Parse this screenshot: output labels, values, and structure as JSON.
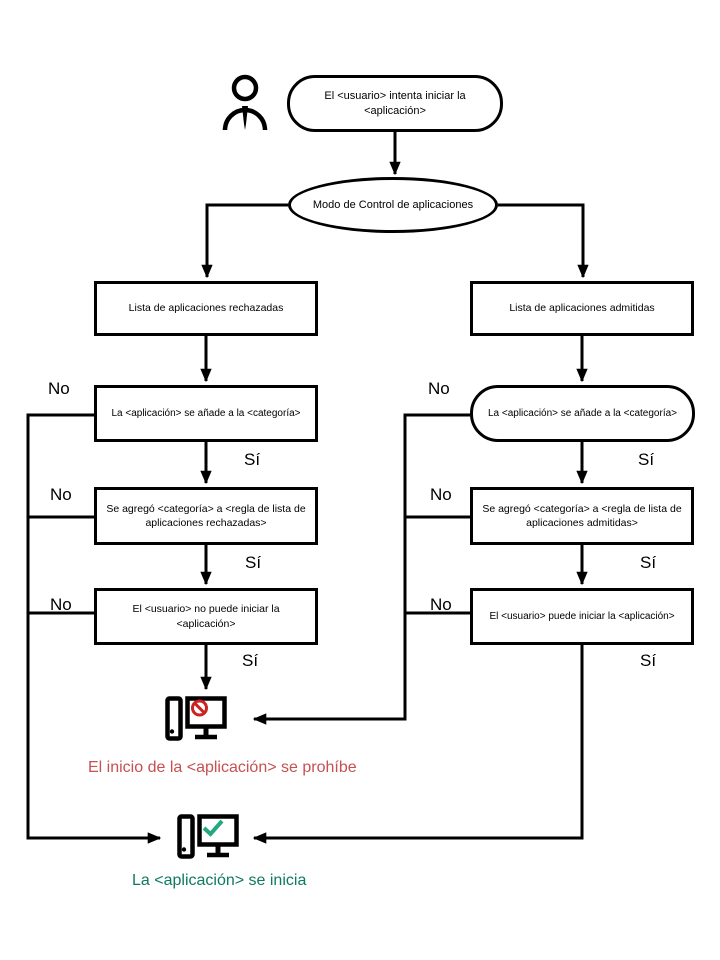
{
  "colors": {
    "line": "#000000",
    "denied_text": "#c75050",
    "allowed_text": "#0e7a5f",
    "prohibit_sign": "#cc2222",
    "check_sign": "#23a881"
  },
  "flowchart": {
    "start": "El <usuario> intenta iniciar la <aplicación>",
    "mode": "Modo de Control de aplicaciones",
    "labels": {
      "no": "No",
      "yes": "Sí"
    },
    "left_branch": {
      "list": "Lista de aplicaciones rechazadas",
      "category": "La <aplicación> se añade a la <categoría>",
      "rule": "Se agregó <categoría> a <regla de lista de aplicaciones rechazadas>",
      "result": "El <usuario> no puede iniciar la <aplicación>",
      "outcome": "El inicio de la <aplicación> se prohíbe"
    },
    "right_branch": {
      "list": "Lista de aplicaciones admitidas",
      "category": "La <aplicación> se añade a la <categoría>",
      "rule": "Se agregó <categoría> a <regla de lista de aplicaciones admitidas>",
      "result": "El <usuario> puede iniciar la <aplicación>",
      "outcome": "La <aplicación> se inicia"
    }
  }
}
